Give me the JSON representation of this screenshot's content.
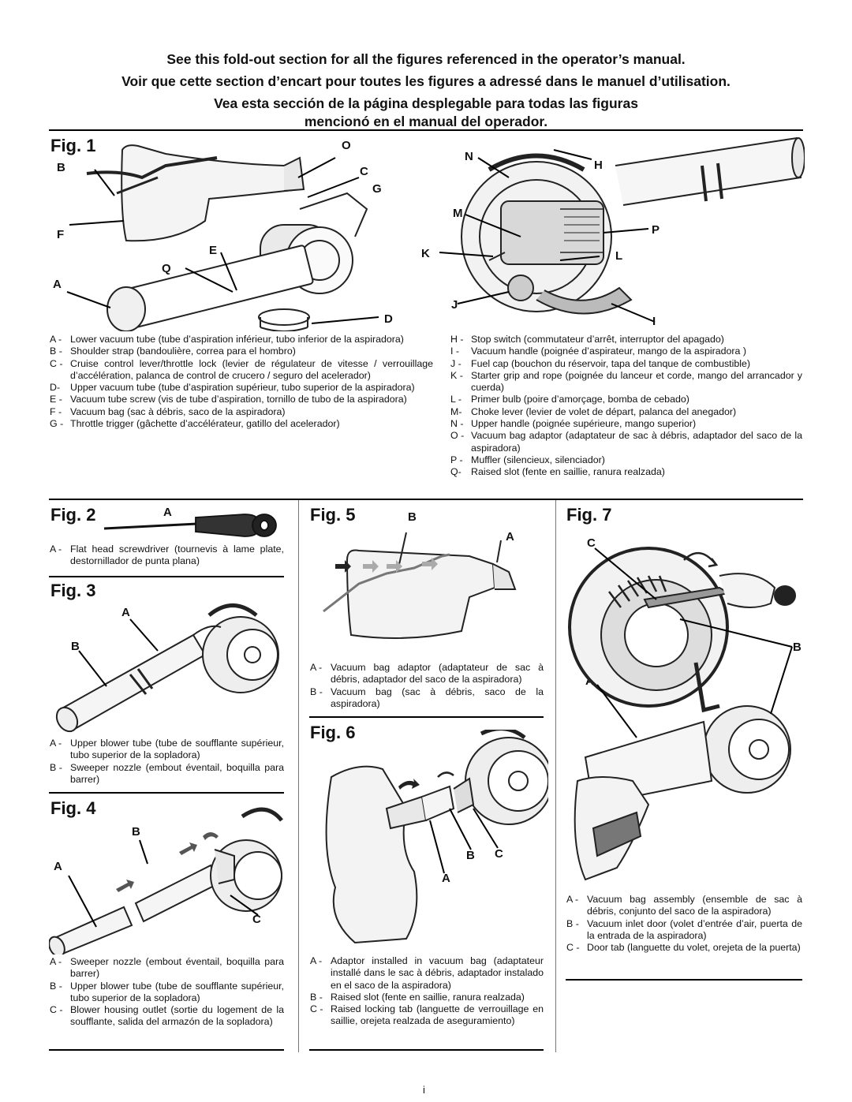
{
  "header": {
    "line1": "See this fold-out section for all the figures referenced in the operator’s manual.",
    "line2": "Voir que cette section d’encart pour toutes les figures a adressé dans le manuel d’utilisation.",
    "line3": "Vea esta sección de la página desplegable para todas las figuras",
    "line4": "mencionó en el manual del operador."
  },
  "fig1": {
    "title": "Fig. 1",
    "callouts": {
      "O": "O",
      "B": "B",
      "C": "C",
      "G": "G",
      "F": "F",
      "E": "E",
      "Q": "Q",
      "A": "A",
      "D": "D",
      "N": "N",
      "H": "H",
      "M": "M",
      "P": "P",
      "K": "K",
      "L": "L",
      "J": "J",
      "I": "I"
    },
    "legend_left": [
      {
        "k": "A -",
        "v": "Lower vacuum tube (tube d’aspiration inférieur, tubo inferior de la aspiradora)"
      },
      {
        "k": "B -",
        "v": "Shoulder strap (bandoulière, correa para el hombro)"
      },
      {
        "k": "C -",
        "v": "Cruise control lever/throttle lock (levier de régulateur de vitesse / verrouillage d’accélération, palanca de control de crucero / seguro del acelerador)"
      },
      {
        "k": "D-",
        "v": "Upper vacuum tube (tube d’aspiration supérieur, tubo superior de la aspiradora)"
      },
      {
        "k": "E -",
        "v": "Vacuum tube screw (vis de tube d’aspiration, tornillo de tubo de la aspiradora)"
      },
      {
        "k": "F -",
        "v": "Vacuum bag (sac à débris, saco de la aspiradora)"
      },
      {
        "k": "G -",
        "v": "Throttle trigger (gâchette d’accélérateur, gatillo del acelerador)"
      }
    ],
    "legend_right": [
      {
        "k": "H -",
        "v": "Stop switch (commutateur d’arrêt, interruptor del apagado)"
      },
      {
        "k": "I -",
        "v": "Vacuum handle (poignée d’aspirateur, mango de la aspiradora )"
      },
      {
        "k": "J -",
        "v": "Fuel cap (bouchon du réservoir, tapa del tanque de combustible)"
      },
      {
        "k": "K -",
        "v": "Starter grip and rope (poignée du lanceur et corde, mango del arrancador y cuerda)"
      },
      {
        "k": "L -",
        "v": "Primer bulb (poire d’amorçage, bomba de cebado)"
      },
      {
        "k": "M-",
        "v": "Choke lever (levier de volet de départ, palanca del anegador)"
      },
      {
        "k": "N -",
        "v": "Upper handle (poignée supérieure, mango superior)"
      },
      {
        "k": "O -",
        "v": "Vacuum bag adaptor (adaptateur de sac à débris, adaptador del saco de la aspiradora)"
      },
      {
        "k": "P -",
        "v": "Muffler (silencieux, silenciador)"
      },
      {
        "k": "Q-",
        "v": "Raised slot (fente en saillie, ranura realzada)"
      }
    ]
  },
  "fig2": {
    "title": "Fig. 2",
    "callout_a": "A",
    "legend": [
      {
        "k": "A -",
        "v": "Flat head screwdriver (tournevis à lame plate, destornillador de punta plana)"
      }
    ]
  },
  "fig3": {
    "title": "Fig. 3",
    "callout_a": "A",
    "callout_b": "B",
    "legend": [
      {
        "k": "A -",
        "v": "Upper blower tube (tube de soufflante supérieur, tubo superior de la sopladora)"
      },
      {
        "k": "B -",
        "v": "Sweeper nozzle (embout éventail, boquilla para barrer)"
      }
    ]
  },
  "fig4": {
    "title": "Fig. 4",
    "callout_a": "A",
    "callout_b": "B",
    "callout_c": "C",
    "legend": [
      {
        "k": "A -",
        "v": "Sweeper nozzle (embout éventail, boquilla para barrer)"
      },
      {
        "k": "B -",
        "v": "Upper blower tube (tube de soufflante supérieur, tubo superior de la sopladora)"
      },
      {
        "k": "C -",
        "v": "Blower housing outlet (sortie du logement de la soufflante, salida del armazón de la sopladora)"
      }
    ]
  },
  "fig5": {
    "title": "Fig. 5",
    "callout_a": "A",
    "callout_b": "B",
    "legend": [
      {
        "k": "A -",
        "v": "Vacuum bag adaptor (adaptateur de sac à débris, adaptador del saco de la aspiradora)"
      },
      {
        "k": "B -",
        "v": "Vacuum bag (sac à débris, saco de la aspiradora)"
      }
    ]
  },
  "fig6": {
    "title": "Fig. 6",
    "callout_a": "A",
    "callout_b": "B",
    "callout_c": "C",
    "legend": [
      {
        "k": "A -",
        "v": "Adaptor installed in vacuum bag (adaptateur installé dans le sac à débris, adaptador instalado en el saco de la aspiradora)"
      },
      {
        "k": "B -",
        "v": "Raised slot (fente en saillie, ranura realzada)"
      },
      {
        "k": "C -",
        "v": "Raised locking tab (languette de verrouillage en saillie, orejeta realzada de aseguramiento)"
      }
    ]
  },
  "fig7": {
    "title": "Fig. 7",
    "callout_a": "A",
    "callout_b": "B",
    "callout_c": "C",
    "legend": [
      {
        "k": "A -",
        "v": "Vacuum bag assembly (ensemble de sac à débris, conjunto del saco de la aspiradora)"
      },
      {
        "k": "B -",
        "v": "Vacuum inlet door (volet d’entrée d’air, puerta de la entrada de la aspiradora)"
      },
      {
        "k": "C -",
        "v": "Door tab (languette du volet, orejeta de la puerta)"
      }
    ]
  },
  "page_number": "i"
}
